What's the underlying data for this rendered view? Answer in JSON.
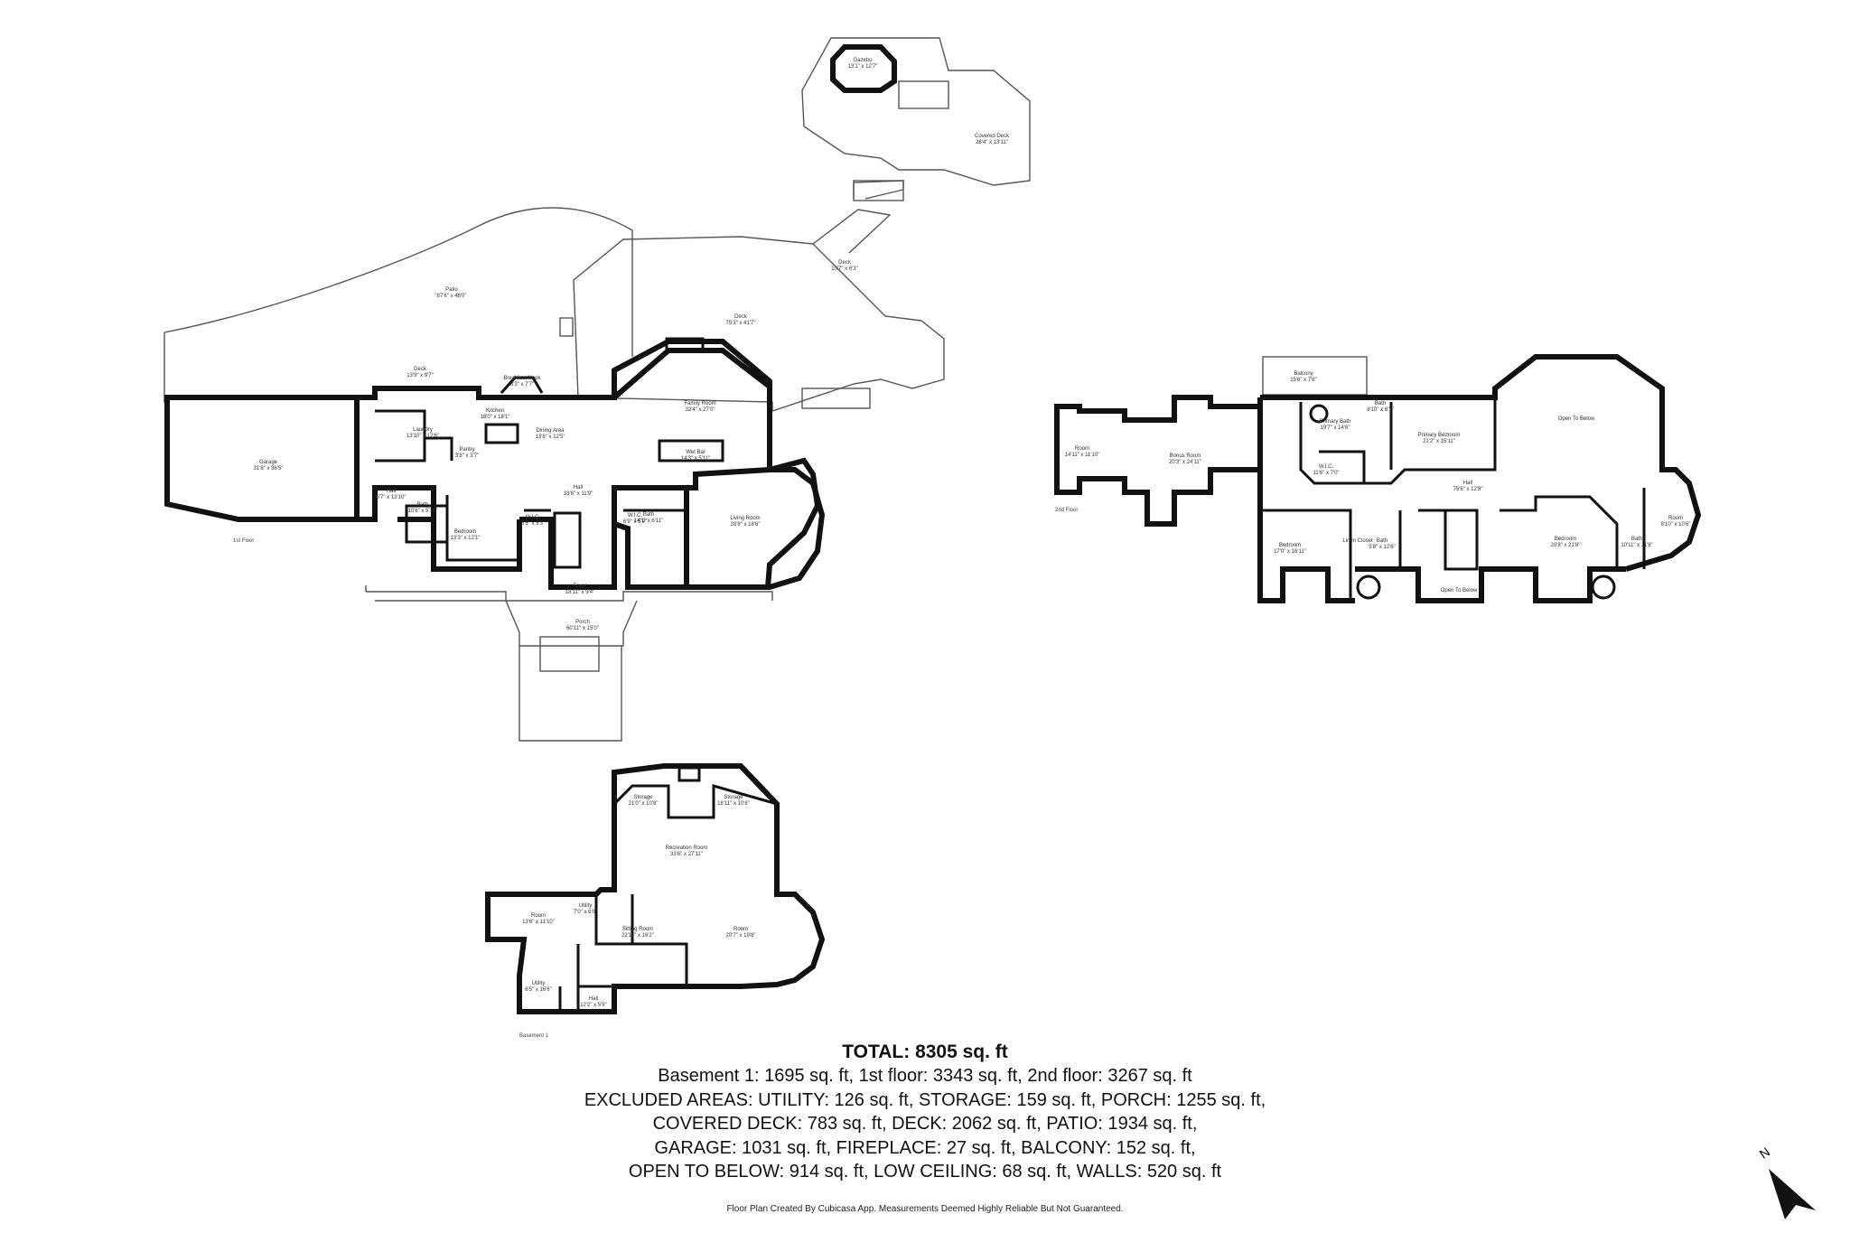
{
  "floors": {
    "first": {
      "label": "1st Floor",
      "rooms": [
        {
          "name": "Gazebo",
          "dims": "13'1\" x 12'7\""
        },
        {
          "name": "Covered Deck",
          "dims": "28'4\" x 13'11\""
        },
        {
          "name": "Deck",
          "dims": "10'7\" x 6'3\""
        },
        {
          "name": "Patio",
          "dims": "87'6\" x 48'0\""
        },
        {
          "name": "Deck",
          "dims": "75'3\" x 41'7\""
        },
        {
          "name": "Deck",
          "dims": "13'9\" x 9'7\""
        },
        {
          "name": "Breakfast Nook",
          "dims": "8'3\" x 7'7\""
        },
        {
          "name": "Kitchen",
          "dims": "18'0\" x 18'1\""
        },
        {
          "name": "Family Room",
          "dims": "32'4\" x 27'0\""
        },
        {
          "name": "Garage",
          "dims": "31'8\" x 36'5\""
        },
        {
          "name": "Laundry",
          "dims": "13'10\" x 12'6\""
        },
        {
          "name": "Pantry",
          "dims": "3'8\" x 3'7\""
        },
        {
          "name": "Dining Area",
          "dims": "13'8\" x 12'5\""
        },
        {
          "name": "Wet Bar",
          "dims": "14'3\" x 5'11\""
        },
        {
          "name": "Hall",
          "dims": "6'7\" x 13'10\""
        },
        {
          "name": "Hall",
          "dims": "33'6\" x 11'9\""
        },
        {
          "name": "Bath",
          "dims": "10'6\" x 5'10\""
        },
        {
          "name": "Bedroom",
          "dims": "13'3\" x 12'1\""
        },
        {
          "name": "W.I.C.",
          "dims": "8'5\" x 5'3\""
        },
        {
          "name": "W.I.C.",
          "dims": "6'9\" x 5'9\""
        },
        {
          "name": "Bath",
          "dims": "14'1\" x 6'11\""
        },
        {
          "name": "Living Room",
          "dims": "20'8\" x 18'6\""
        },
        {
          "name": "Foyer",
          "dims": "18'11\" x 9'4\""
        },
        {
          "name": "Porch",
          "dims": "60'11\" x 15'0\""
        }
      ]
    },
    "second": {
      "label": "2nd Floor",
      "rooms": [
        {
          "name": "Balcony",
          "dims": "15'6\" x 7'8\""
        },
        {
          "name": "Room",
          "dims": "14'11\" x 11'10\""
        },
        {
          "name": "Bonus Room",
          "dims": "20'3\" x 24'11\""
        },
        {
          "name": "Primary Bath",
          "dims": "19'7\" x 14'6\""
        },
        {
          "name": "Bath",
          "dims": "8'10\" x 6'1\""
        },
        {
          "name": "W.I.C.",
          "dims": "11'6\" x 7'0\""
        },
        {
          "name": "Primary Bedroom",
          "dims": "21'2\" x 15'11\""
        },
        {
          "name": "Open To Below",
          "dims": ""
        },
        {
          "name": "Hall",
          "dims": "75'6\" x 12'8\""
        },
        {
          "name": "Bedroom",
          "dims": "17'0\" x 16'11\""
        },
        {
          "name": "Bath",
          "dims": "5'8\" x 12'6\""
        },
        {
          "name": "Linen Closet",
          "dims": ""
        },
        {
          "name": "Open To Below",
          "dims": ""
        },
        {
          "name": "Bedroom",
          "dims": "20'8\" x 21'8\""
        },
        {
          "name": "Bath",
          "dims": "10'11\" x 11'8\""
        },
        {
          "name": "Room",
          "dims": "9'10\" x 10'6\""
        }
      ]
    },
    "basement": {
      "label": "Basement 1",
      "rooms": [
        {
          "name": "Storage",
          "dims": "21'0\" x 10'8\""
        },
        {
          "name": "Storage",
          "dims": "18'11\" x 10'8\""
        },
        {
          "name": "Recreation Room",
          "dims": "33'6\" x 27'11\""
        },
        {
          "name": "Room",
          "dims": "13'6\" x 11'10\""
        },
        {
          "name": "Utility",
          "dims": "7'0\" x 6'0\""
        },
        {
          "name": "Sitting Room",
          "dims": "22'11\" x 16'2\""
        },
        {
          "name": "Room",
          "dims": "20'7\" x 19'8\""
        },
        {
          "name": "Utility",
          "dims": "6'5\" x 16'6\""
        },
        {
          "name": "Hall",
          "dims": "12'2\" x 5'9\""
        }
      ]
    }
  },
  "summary": {
    "total": "TOTAL: 8305 sq. ft",
    "lines": [
      "Basement 1: 1695 sq. ft, 1st floor: 3343 sq. ft, 2nd floor: 3267 sq. ft",
      "EXCLUDED AREAS: UTILITY: 126 sq. ft, STORAGE: 159 sq. ft, PORCH: 1255 sq. ft,",
      "COVERED DECK: 783 sq. ft, DECK: 2062 sq. ft, PATIO: 1934 sq. ft,",
      "GARAGE: 1031 sq. ft, FIREPLACE: 27 sq. ft, BALCONY: 152 sq. ft,",
      "OPEN TO BELOW: 914 sq. ft, LOW CEILING: 68 sq. ft, WALLS: 520 sq. ft"
    ]
  },
  "credit": "Floor Plan Created By Cubicasa App. Measurements Deemed Highly Reliable But Not Guaranteed.",
  "compass": {
    "label": "N",
    "icon": "north-arrow-icon"
  },
  "colors": {
    "wall": "#111111",
    "background": "#ffffff",
    "line": "#555555"
  }
}
